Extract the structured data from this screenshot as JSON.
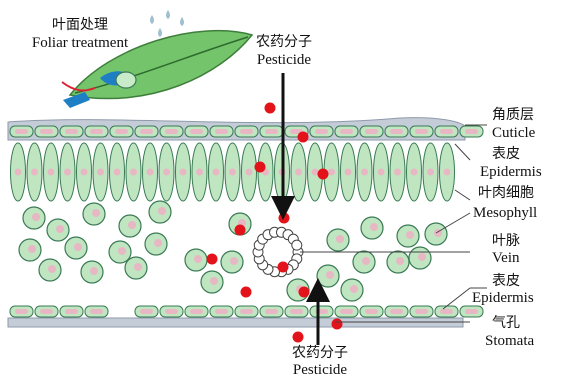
{
  "labels": {
    "foliar": {
      "zh": "叶面处理",
      "en": "Foliar treatment"
    },
    "pesticide_top": {
      "zh": "农药分子",
      "en": "Pesticide"
    },
    "pesticide_bottom": {
      "zh": "农药分子",
      "en": "Pesticide"
    },
    "cuticle": {
      "zh": "角质层",
      "en": "Cuticle"
    },
    "epidermis_upper": {
      "zh": "表皮",
      "en": "Epidermis"
    },
    "mesophyll": {
      "zh": "叶肉细胞",
      "en": "Mesophyll"
    },
    "vein": {
      "zh": "叶脉",
      "en": "Vein"
    },
    "epidermis_lower": {
      "zh": "表皮",
      "en": "Epidermis"
    },
    "stomata": {
      "zh": "气孔",
      "en": "Stomata"
    }
  },
  "colors": {
    "cell_green": "#bfe6c0",
    "cell_stroke": "#3a7a55",
    "nucleus": "#e8b7c4",
    "pesticide": "#e3131b",
    "cuticle": "#c4ccd8",
    "leaf": "#74c46b",
    "drop": "#9fbfd2",
    "spray": "#1f7fc4"
  }
}
